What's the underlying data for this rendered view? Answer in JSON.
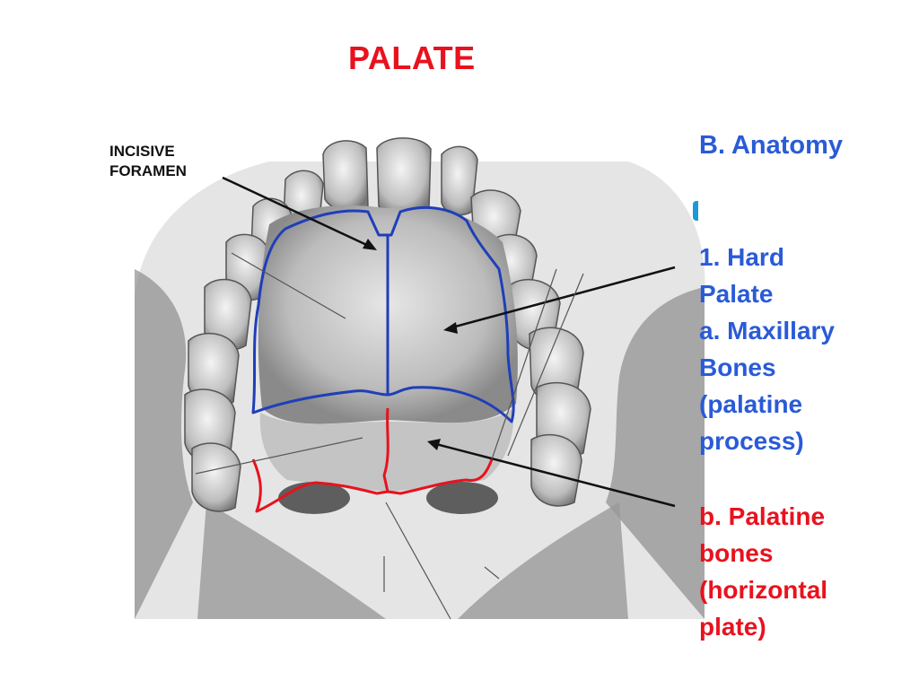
{
  "title": "PALATE",
  "colors": {
    "title": "#e8121e",
    "maxillary_outline": "#1f3fb8",
    "palatine_outline": "#e8121e",
    "blue_text": "#2a5bd7",
    "red_text": "#e8121e"
  },
  "labels": {
    "incisive_line1": "INCISIVE",
    "incisive_line2": "FORAMEN"
  },
  "sidebar": {
    "heading": "B. Anatomy",
    "hard_palate": {
      "line1": "1. Hard",
      "line2": "Palate",
      "line3": "a. Maxillary",
      "line4": "Bones",
      "line5": "(palatine",
      "line6": "process)"
    },
    "palatine_bones": {
      "line1": "b. Palatine",
      "line2": "bones",
      "line3": "(horizontal",
      "line4": "plate)"
    }
  }
}
